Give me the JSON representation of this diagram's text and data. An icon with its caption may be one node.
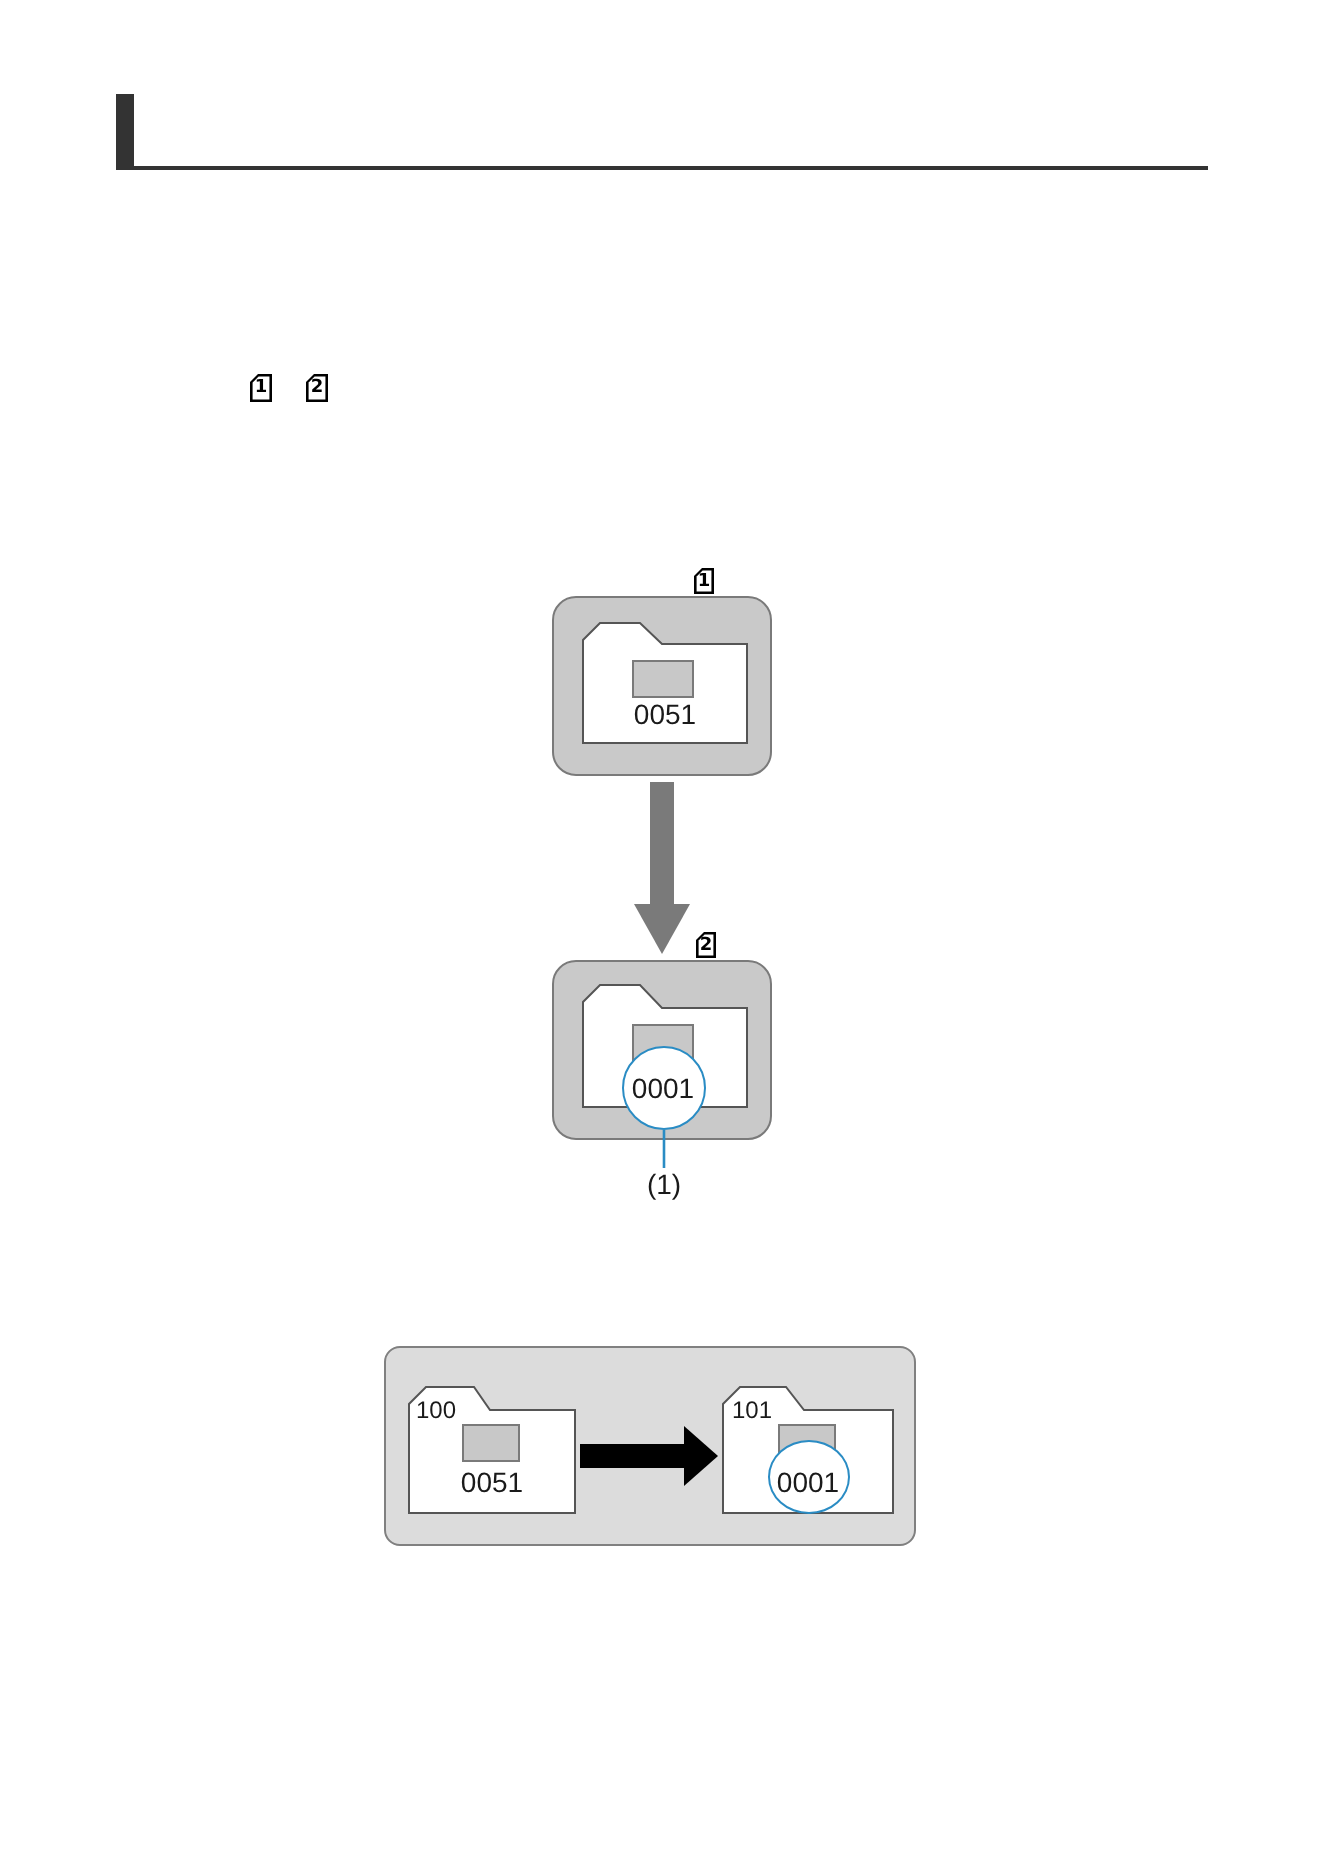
{
  "diagram": {
    "nodes": [
      {
        "text": [],
        "shape": "box",
        "beside": [
          "1"
        ]
      },
      {
        "text": [
          "0051"
        ],
        "in": 0
      },
      {
        "text": [],
        "shape": "box",
        "beside": [
          "2"
        ]
      },
      {
        "text": [],
        "shape": "folder",
        "in": 2
      },
      {
        "text": [
          "0001"
        ],
        "in": 2
      },
      {
        "text": [
          "(1)"
        ]
      },
      {
        "text": [],
        "shape": "box"
      },
      {
        "text": [
          "100",
          "0051"
        ],
        "in": 6
      },
      {
        "text": [
          "101"
        ],
        "in": 6
      },
      {
        "text": [
          "0001"
        ],
        "in": 8
      }
    ],
    "edges": [
      {
        "from": 0,
        "to": 2,
        "arrow": "to",
        "color": "#7a7a7a"
      },
      {
        "from": 5,
        "to": 4,
        "arrow": "none",
        "color": "#2a8cc4"
      },
      {
        "from": 7,
        "to": 8,
        "arrow": "to",
        "color": "#000000"
      }
    ],
    "labels": [
      "1",
      "2"
    ]
  }
}
